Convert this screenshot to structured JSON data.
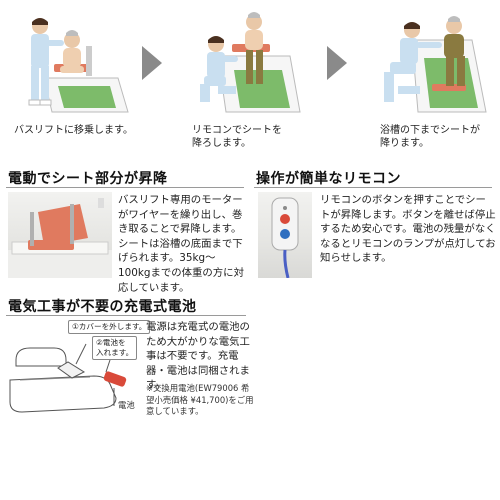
{
  "steps": [
    {
      "caption": "バスリフトに移乗します。"
    },
    {
      "caption": "リモコンでシートを\n降ろします。"
    },
    {
      "caption": "浴槽の下までシートが\n降ります。"
    }
  ],
  "sections": {
    "motor": {
      "title": "電動でシート部分が昇降",
      "text": "バスリフト専用のモーターがワイヤーを繰り出し、巻き取ることで昇降します。シートは浴槽の底面まで下げられます。35kg～100kgまでの体重の方に対応しています。"
    },
    "remote": {
      "title": "操作が簡単なリモコン",
      "text": "リモコンのボタンを押すことでシートが昇降します。ボタンを離せば停止するため安心です。電池の残量がなくなるとリモコンのランプが点灯してお知らせします。"
    },
    "battery": {
      "title": "電気工事が不要の充電式電池",
      "text": "電源は充電式の電池のため大がかりな電気工事は不要です。充電器・電池は同梱されます。",
      "note": "※交換用電池(EW79006 希望小売価格 ¥41,700)をご用意しています。",
      "callout_1": "①カバーを外します。",
      "callout_2": "②電池を\n入れます。",
      "battery_label": "電池"
    }
  },
  "colors": {
    "seat_orange": "#e07a5f",
    "tub_green": "#7dbb6a",
    "arrow_gray": "#8a8a8a",
    "scrub_blue": "#c9dff0",
    "remote_red": "#d94a3a",
    "remote_blue": "#2f6fc0",
    "cord_blue": "#4a5fc4"
  }
}
